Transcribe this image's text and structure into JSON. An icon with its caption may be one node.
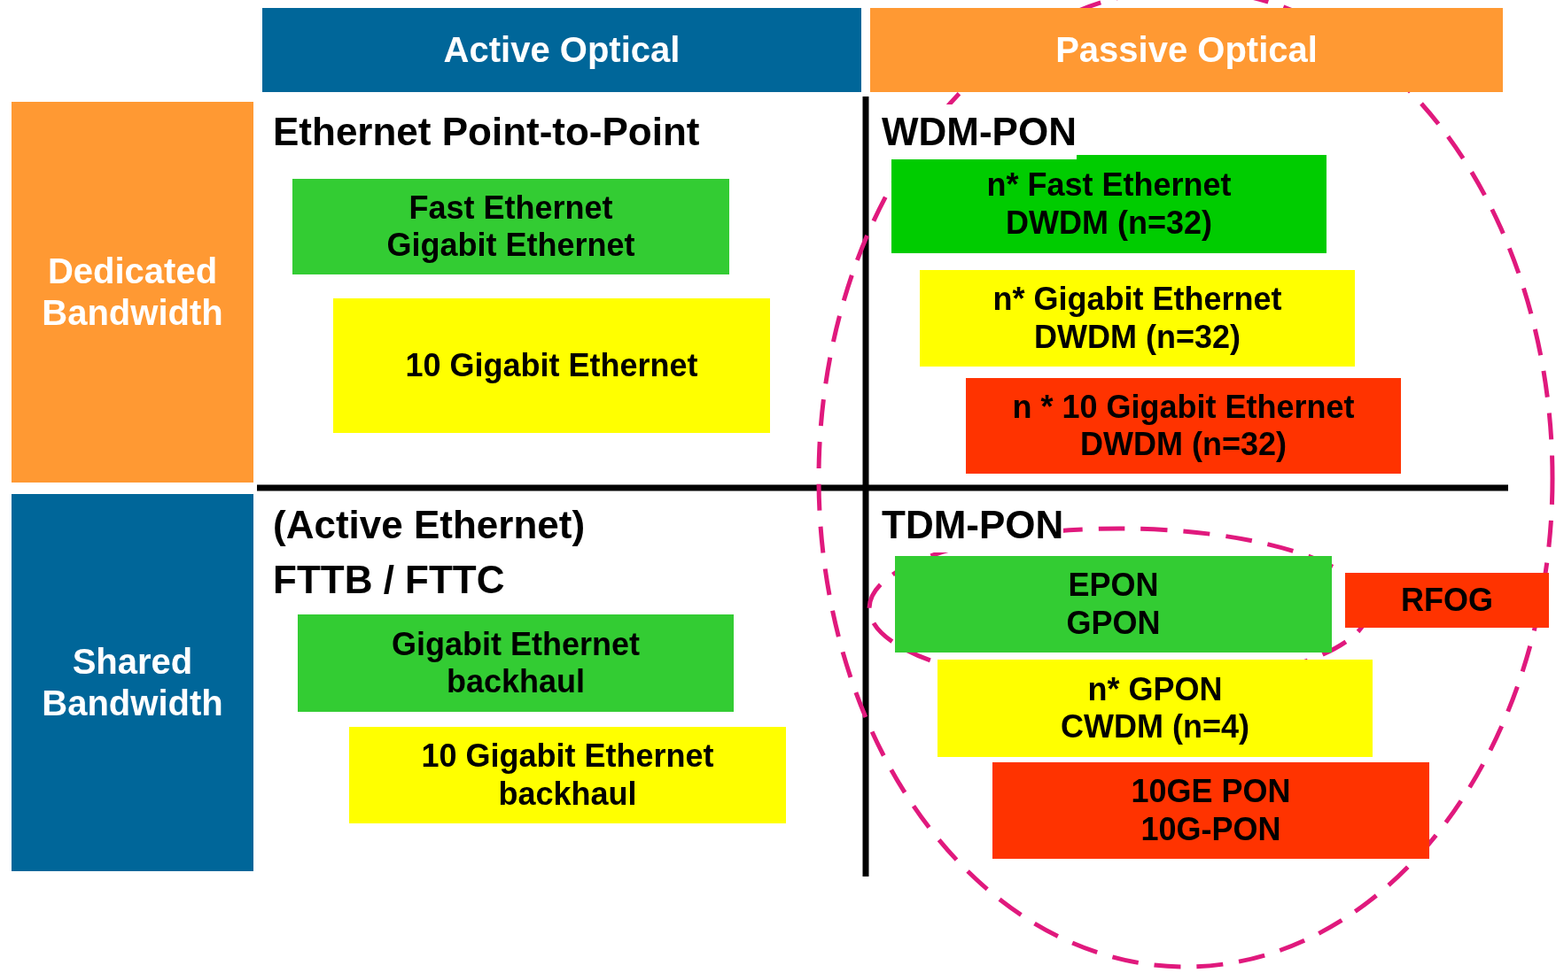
{
  "diagram": {
    "nodes": [
      {
        "text": [
          "Active Optical"
        ]
      },
      {
        "text": [
          "Passive Optical"
        ]
      },
      {
        "text": [
          "Dedicated Bandwidth"
        ]
      },
      {
        "text": [
          "Fast Ethernet Gigabit Ethernet"
        ]
      },
      {
        "text": [
          "10 Gigabit Ethernet"
        ]
      },
      {
        "text": [
          "n* Fast Ethernet DWDM (n=32)"
        ]
      },
      {
        "text": [
          "n* Gigabit Ethernet DWDM (n=32)"
        ]
      },
      {
        "text": [
          "n * 10 Gigabit Ethernet DWDM (n=32)"
        ]
      },
      {
        "text": [
          "Shared Bandwidth"
        ]
      },
      {
        "text": [
          "Gigabit Ethernet backhaul"
        ]
      },
      {
        "text": [
          "10 Gigabit Ethernet backhaul"
        ]
      },
      {
        "text": [
          "EPON GPON"
        ]
      },
      {
        "text": [
          "RFOG"
        ]
      },
      {
        "text": [
          "n* GPON CWDM (n=4)"
        ]
      },
      {
        "text": [
          "10GE PON 10G-PON"
        ]
      }
    ],
    "edges": [],
    "labels": [
      "Ethernet Point-to-Point",
      "WDM-PON",
      "(Active Ethernet) FTTB / FTTC",
      "TDM-PON"
    ]
  }
}
